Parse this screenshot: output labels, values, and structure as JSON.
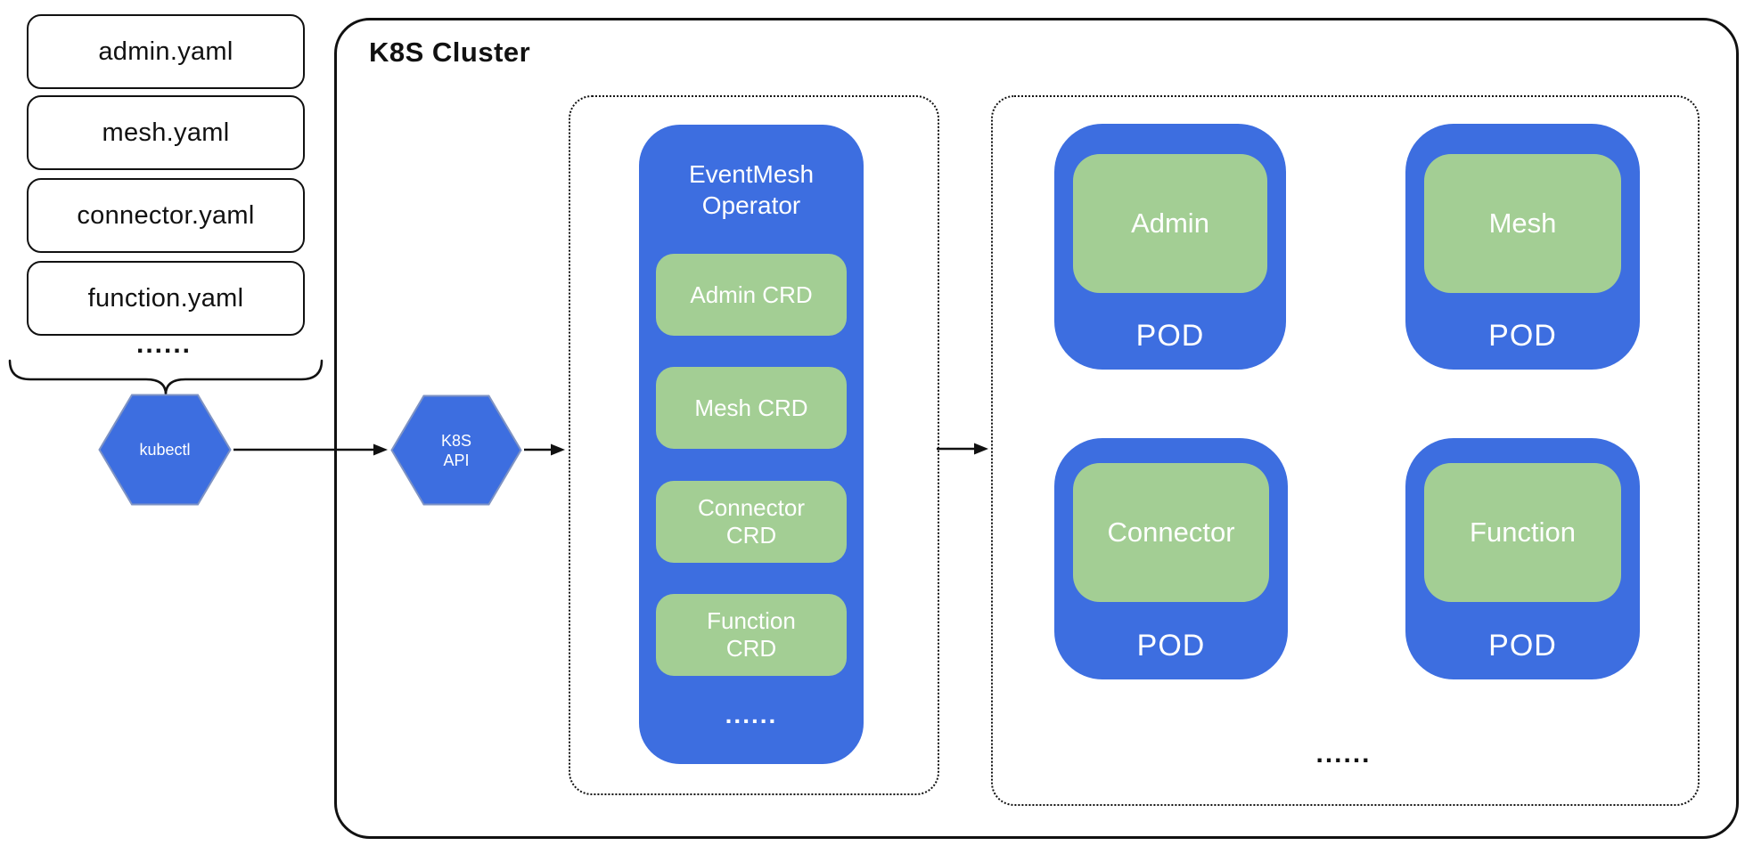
{
  "colors": {
    "blue": "#3D6EE0",
    "green": "#A3CE94",
    "ink": "#111111",
    "hex_stroke": "#7E93C4",
    "label_light": "#FFFFFF"
  },
  "files": {
    "items": [
      "admin.yaml",
      "mesh.yaml",
      "connector.yaml",
      "function.yaml"
    ],
    "ellipsis": "......"
  },
  "kubectl": {
    "label": "kubectl"
  },
  "k8s_api": {
    "label": "K8S\nAPI"
  },
  "cluster": {
    "title": "K8S Cluster"
  },
  "operator": {
    "title": "EventMesh\nOperator",
    "crds": [
      "Admin CRD",
      "Mesh CRD",
      "Connector\nCRD",
      "Function\nCRD"
    ],
    "ellipsis": "......"
  },
  "pods": {
    "items": [
      {
        "name": "Admin",
        "label": "POD"
      },
      {
        "name": "Mesh",
        "label": "POD"
      },
      {
        "name": "Connector",
        "label": "POD"
      },
      {
        "name": "Function",
        "label": "POD"
      }
    ],
    "ellipsis": "......"
  }
}
